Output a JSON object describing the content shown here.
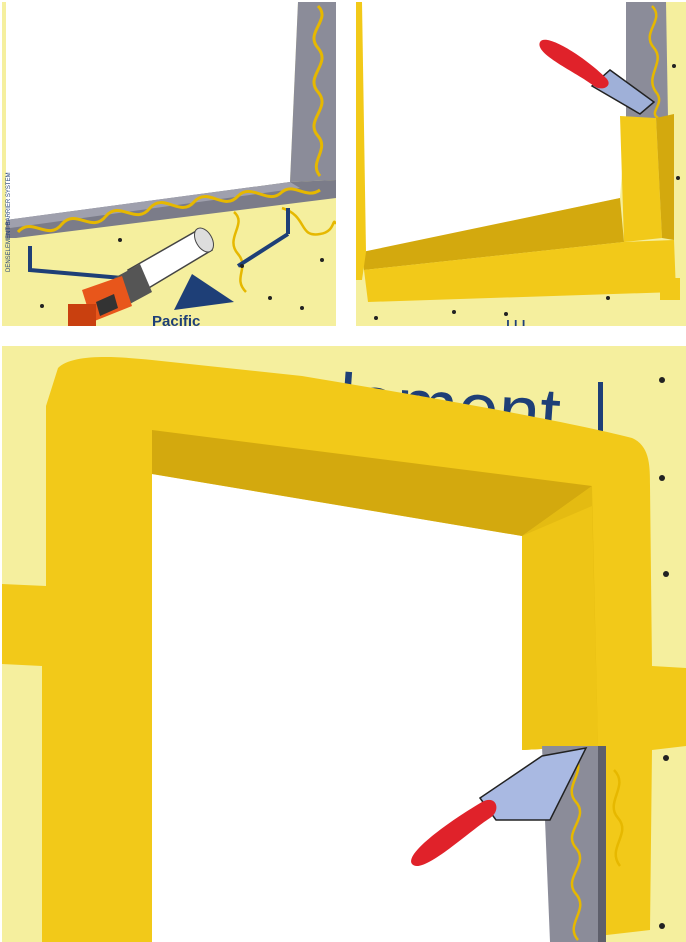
{
  "panels": [
    {
      "id": "step-1",
      "scene": "sealant-bead-applied-to-rough-opening",
      "brand_text": "Pacific",
      "side_text": "DENSELEMENT BARRIER SYSTEM"
    },
    {
      "id": "step-2",
      "scene": "flashing-applied-to-sill-and-jambs-with-spreader"
    },
    {
      "id": "step-3",
      "scene": "flashing-smoothed-along-jamb-with-spreader",
      "brand_text": "element"
    }
  ],
  "colors": {
    "sheathing": "#f5ef9e",
    "flashing": "#f2c919",
    "flashing_shadow": "#d3a90e",
    "frame_gray": "#7e7f8c",
    "print_blue": "#1e3f77",
    "spreader_red": "#e0222a",
    "bead_yellow": "#e6b800"
  },
  "icons": [
    "caulk-gun-icon",
    "spreader-tool-icon"
  ]
}
